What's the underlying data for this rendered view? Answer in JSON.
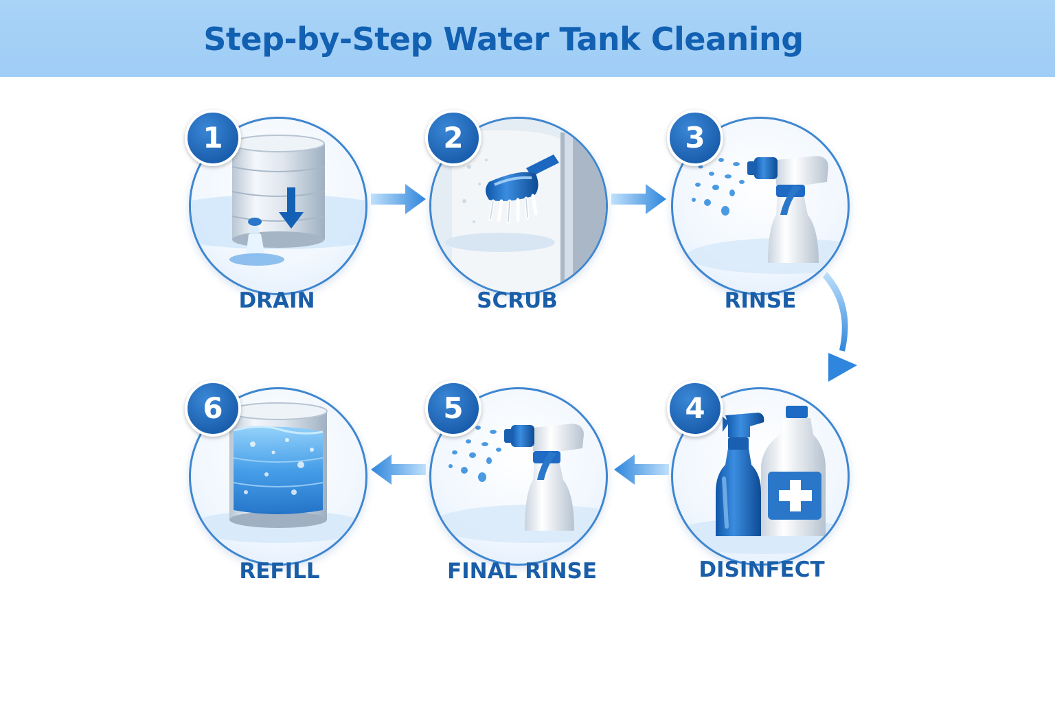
{
  "title": "Step-by-Step Water Tank Cleaning",
  "colors": {
    "banner": "#a9d3f7",
    "title_text": "#1260b2",
    "circle_border": "#3f86cf",
    "badge": "#1a5fad",
    "label_text": "#1a5ea8",
    "arrow": "#2f86dc"
  },
  "steps": [
    {
      "number": "1",
      "label": "DRAIN",
      "icon": "draining-tank-icon"
    },
    {
      "number": "2",
      "label": "SCRUB",
      "icon": "scrub-brush-icon"
    },
    {
      "number": "3",
      "label": "RINSE",
      "icon": "spray-bottle-icon"
    },
    {
      "number": "4",
      "label": "DISINFECT",
      "icon": "disinfectant-bottles-icon"
    },
    {
      "number": "5",
      "label": "FINAL RINSE",
      "icon": "spray-bottle-icon"
    },
    {
      "number": "6",
      "label": "REFILL",
      "icon": "filled-tank-icon"
    }
  ]
}
